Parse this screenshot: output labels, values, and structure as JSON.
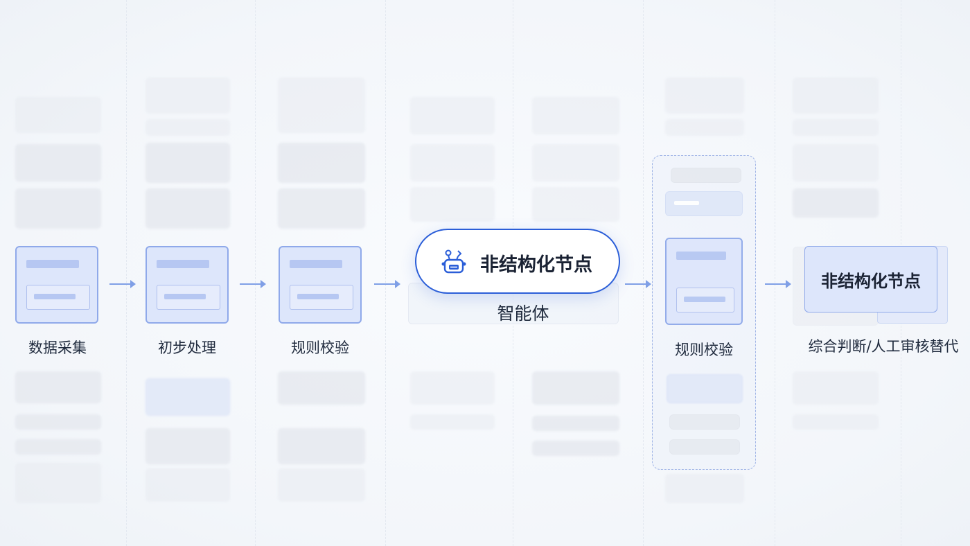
{
  "steps": [
    {
      "label": "数据采集"
    },
    {
      "label": "初步处理"
    },
    {
      "label": "规则校验"
    }
  ],
  "agent": {
    "node_label": "非结构化节点",
    "caption": "智能体",
    "icon": "robot-icon"
  },
  "validation": {
    "label": "规则校验"
  },
  "final": {
    "card_label": "非结构化节点",
    "caption": "综合判断/人工审核替代"
  },
  "colors": {
    "accent": "#2b5ed8",
    "card_fill": "#dde6fb",
    "card_border": "#8fa9ea",
    "arrow": "#7f9fe6"
  }
}
